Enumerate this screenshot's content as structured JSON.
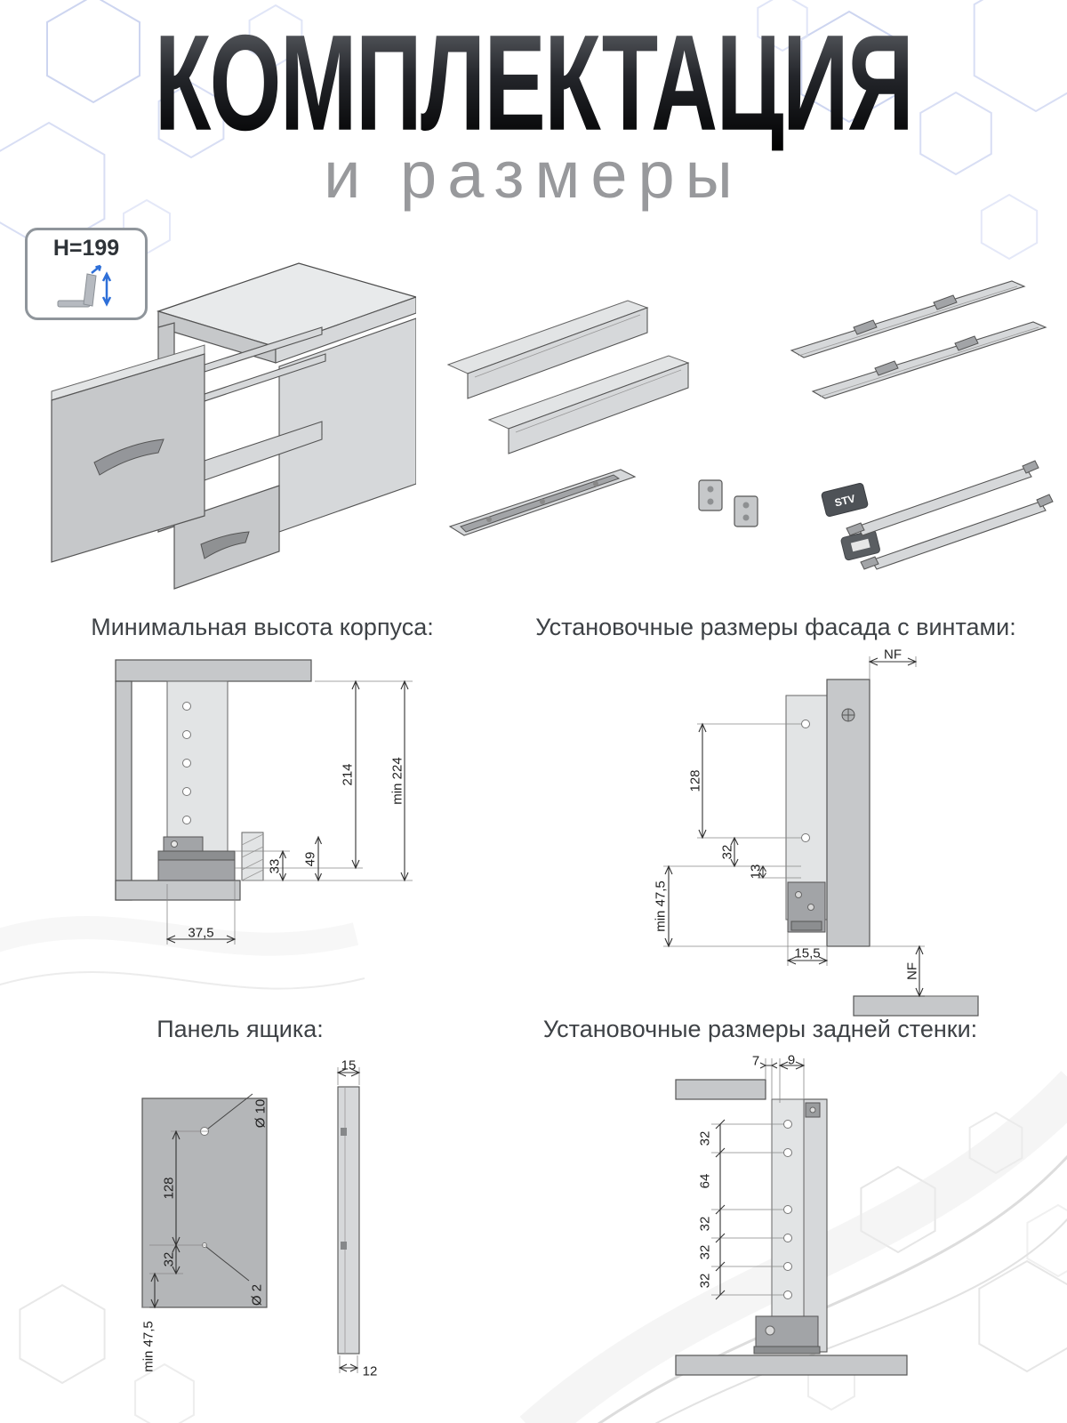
{
  "page": {
    "title": "КОМПЛЕКТАЦИЯ",
    "subtitle": "и размеры"
  },
  "height_badge": {
    "label": "H=199"
  },
  "parts": {
    "stv_plate_label": "STV"
  },
  "sections": {
    "min_height": {
      "heading": "Минимальная высота корпуса:",
      "dims": {
        "inner_height": "214",
        "min_total_height": "min 224",
        "bottom_offset": "33",
        "slide_height": "49",
        "front_depth": "37,5"
      }
    },
    "facade": {
      "heading": "Установочные размеры фасада с винтами:",
      "dims": {
        "nf_top": "NF",
        "hole_span": "128",
        "hole_offset": "32",
        "bottom_gap": "13",
        "side_offset": "15,5",
        "min_height": "min 47,5",
        "nf_bottom": "NF"
      }
    },
    "panel": {
      "heading": "Панель ящика:",
      "dims": {
        "top_thickness": "15",
        "hole_top_dia": "Ø 10",
        "hole_span": "128",
        "hole_offset": "32",
        "hole_bottom_dia": "Ø 2",
        "bottom_thickness": "12",
        "min_height": "min 47,5"
      }
    },
    "back_wall": {
      "heading": "Установочные размеры задней стенки:",
      "dims": {
        "top_left": "7",
        "top_right": "9",
        "seg1": "32",
        "seg2": "64",
        "seg3": "32",
        "seg4": "32",
        "seg5": "32"
      }
    }
  }
}
